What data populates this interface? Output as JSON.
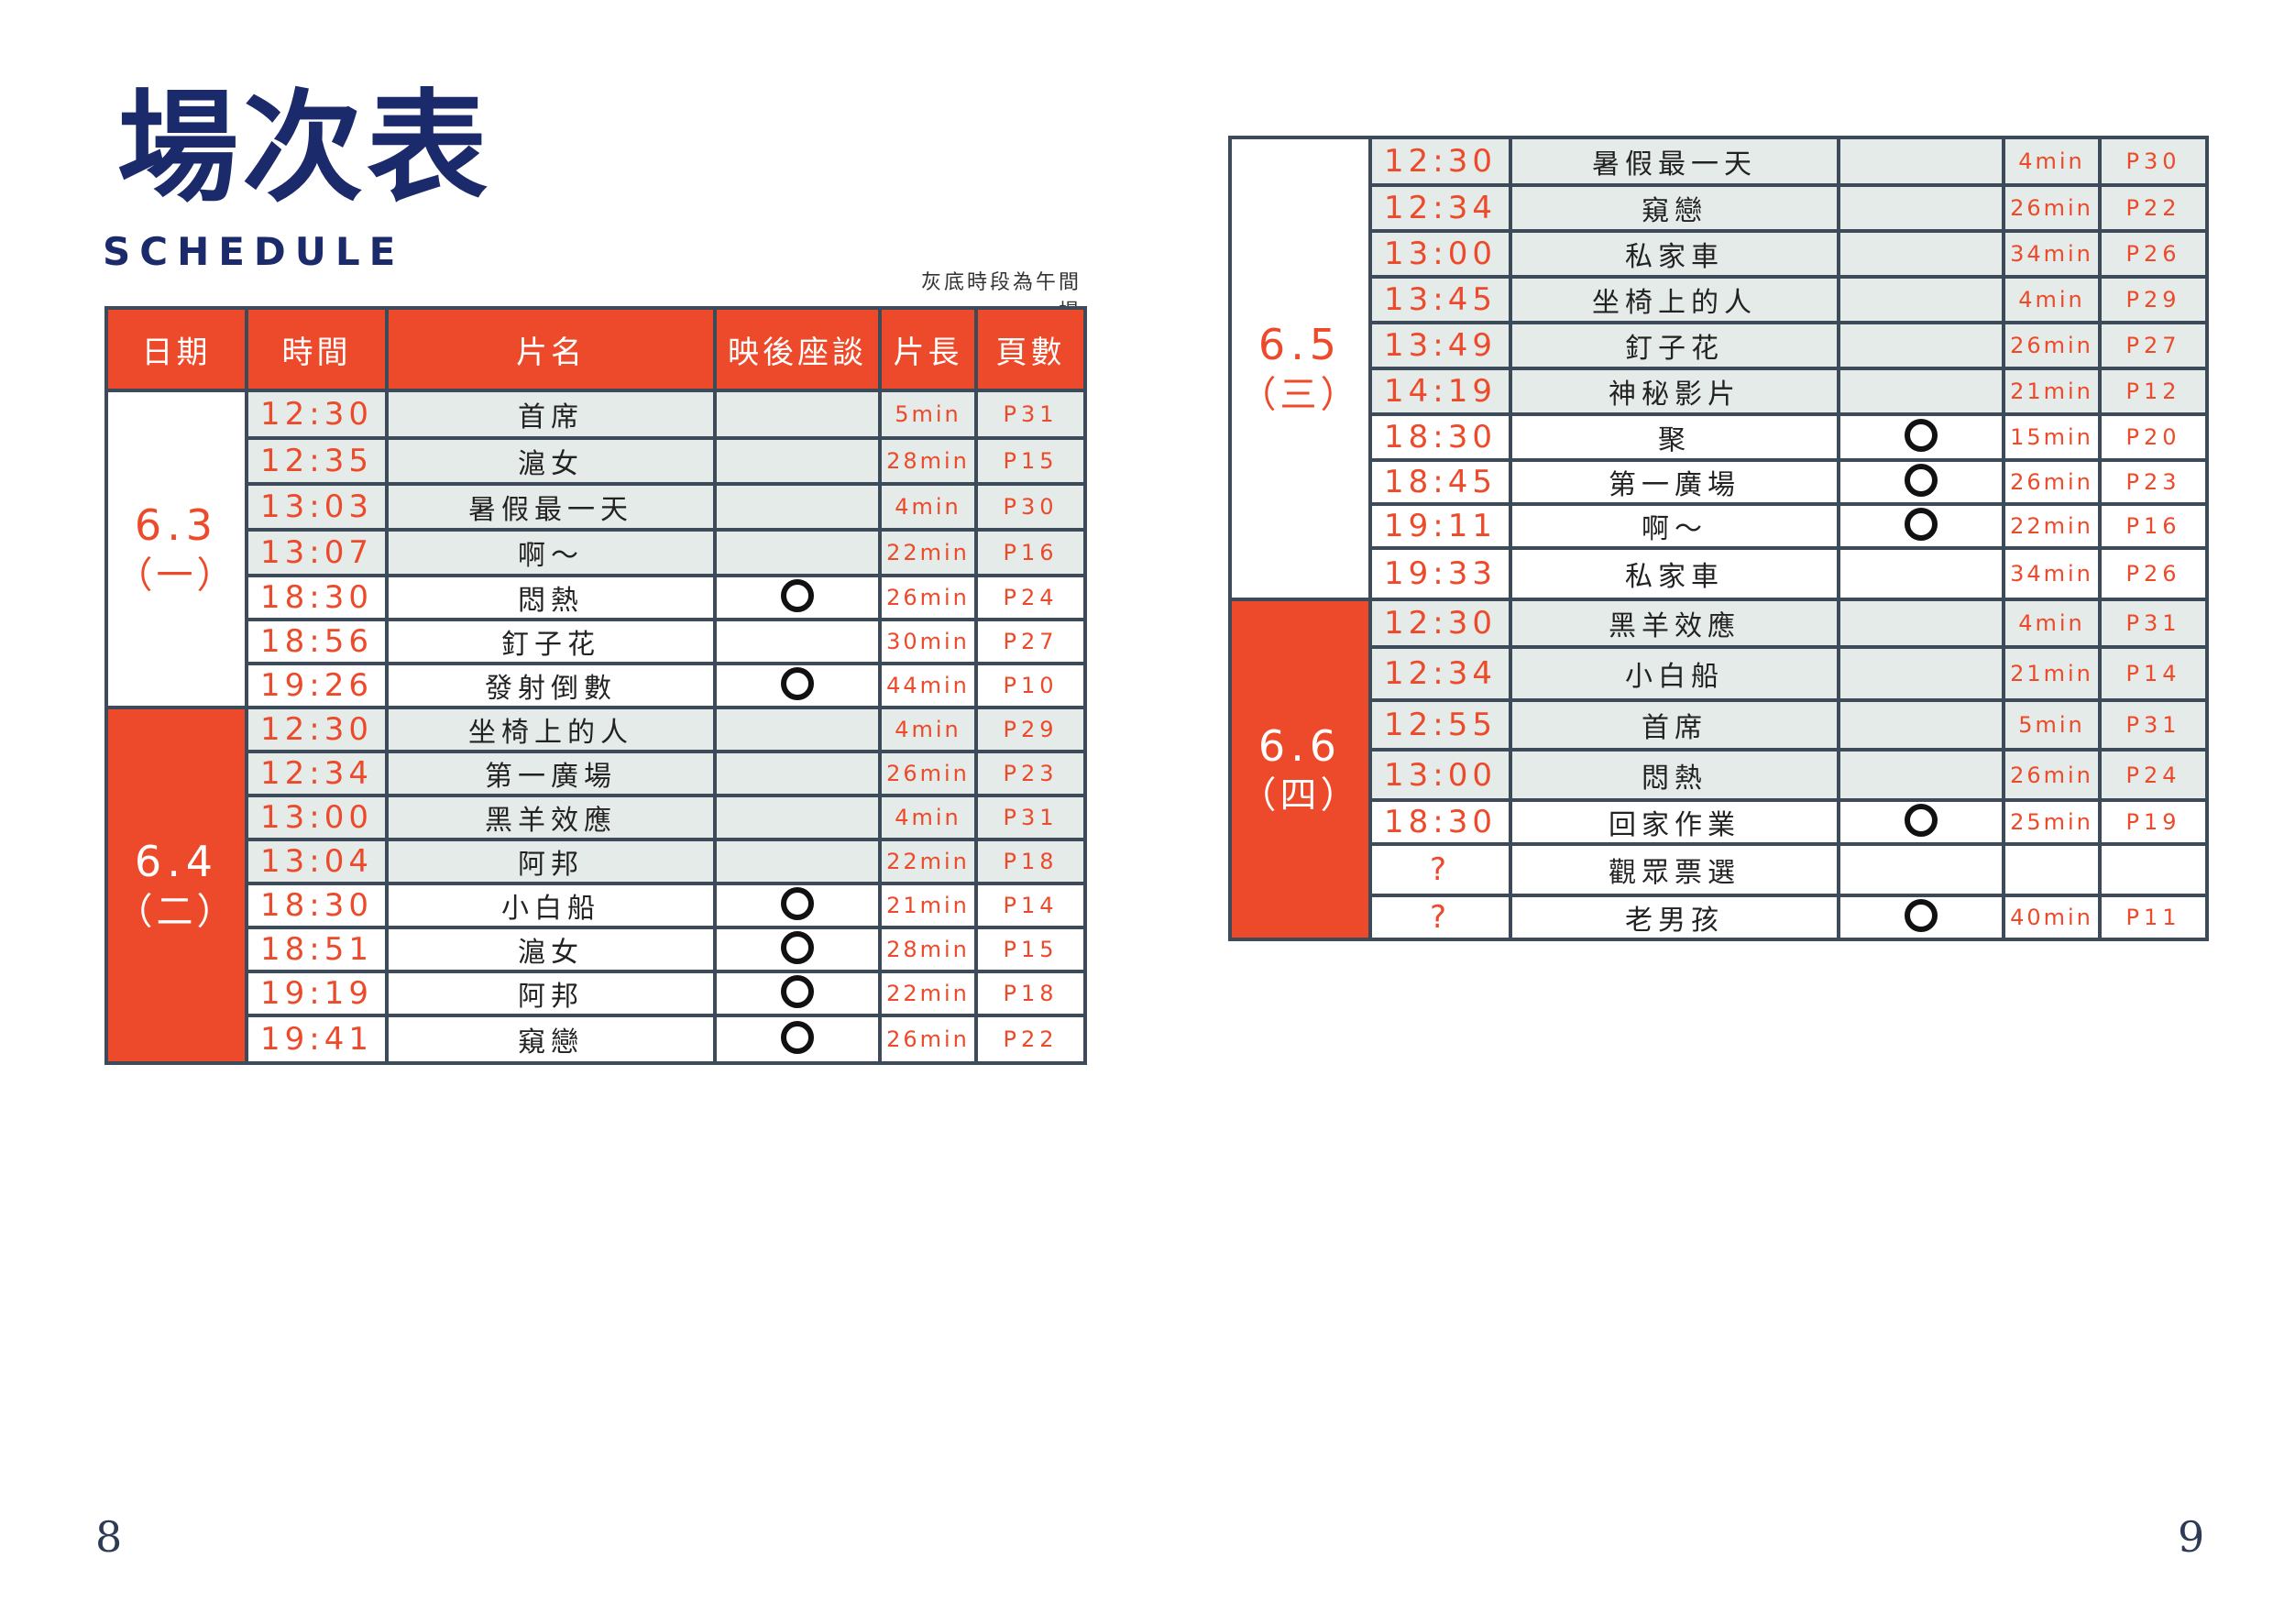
{
  "header": {
    "title_zh": "場次表",
    "title_en": "SCHEDULE",
    "note": "灰底時段為午間場"
  },
  "columns": [
    "日期",
    "時間",
    "片名",
    "映後座談",
    "片長",
    "頁數"
  ],
  "left_days": [
    {
      "date": "6.3",
      "weekday": "（一）",
      "style": "white",
      "rows": [
        {
          "time": "12:30",
          "title": "首席",
          "talk": false,
          "length": "5min",
          "page": "P31",
          "noon": true
        },
        {
          "time": "12:35",
          "title": "滬女",
          "talk": false,
          "length": "28min",
          "page": "P15",
          "noon": true
        },
        {
          "time": "13:03",
          "title": "暑假最一天",
          "talk": false,
          "length": "4min",
          "page": "P30",
          "noon": true
        },
        {
          "time": "13:07",
          "title": "啊～",
          "talk": false,
          "length": "22min",
          "page": "P16",
          "noon": true
        },
        {
          "time": "18:30",
          "title": "悶熱",
          "talk": true,
          "length": "26min",
          "page": "P24",
          "noon": false
        },
        {
          "time": "18:56",
          "title": "釘子花",
          "talk": false,
          "length": "30min",
          "page": "P27",
          "noon": false
        },
        {
          "time": "19:26",
          "title": "發射倒數",
          "talk": true,
          "length": "44min",
          "page": "P10",
          "noon": false
        }
      ]
    },
    {
      "date": "6.4",
      "weekday": "（二）",
      "style": "red",
      "rows": [
        {
          "time": "12:30",
          "title": "坐椅上的人",
          "talk": false,
          "length": "4min",
          "page": "P29",
          "noon": true
        },
        {
          "time": "12:34",
          "title": "第一廣場",
          "talk": false,
          "length": "26min",
          "page": "P23",
          "noon": true
        },
        {
          "time": "13:00",
          "title": "黑羊效應",
          "talk": false,
          "length": "4min",
          "page": "P31",
          "noon": true
        },
        {
          "time": "13:04",
          "title": "阿邦",
          "talk": false,
          "length": "22min",
          "page": "P18",
          "noon": true
        },
        {
          "time": "18:30",
          "title": "小白船",
          "talk": true,
          "length": "21min",
          "page": "P14",
          "noon": false
        },
        {
          "time": "18:51",
          "title": "滬女",
          "talk": true,
          "length": "28min",
          "page": "P15",
          "noon": false
        },
        {
          "time": "19:19",
          "title": "阿邦",
          "talk": true,
          "length": "22min",
          "page": "P18",
          "noon": false
        },
        {
          "time": "19:41",
          "title": "窺戀",
          "talk": true,
          "length": "26min",
          "page": "P22",
          "noon": false
        }
      ]
    }
  ],
  "right_days": [
    {
      "date": "6.5",
      "weekday": "（三）",
      "style": "white",
      "rows": [
        {
          "time": "12:30",
          "title": "暑假最一天",
          "talk": false,
          "length": "4min",
          "page": "P30",
          "noon": true
        },
        {
          "time": "12:34",
          "title": "窺戀",
          "talk": false,
          "length": "26min",
          "page": "P22",
          "noon": true
        },
        {
          "time": "13:00",
          "title": "私家車",
          "talk": false,
          "length": "34min",
          "page": "P26",
          "noon": true
        },
        {
          "time": "13:45",
          "title": "坐椅上的人",
          "talk": false,
          "length": "4min",
          "page": "P29",
          "noon": true
        },
        {
          "time": "13:49",
          "title": "釘子花",
          "talk": false,
          "length": "26min",
          "page": "P27",
          "noon": true
        },
        {
          "time": "14:19",
          "title": "神秘影片",
          "talk": false,
          "length": "21min",
          "page": "P12",
          "noon": true
        },
        {
          "time": "18:30",
          "title": "聚",
          "talk": true,
          "length": "15min",
          "page": "P20",
          "noon": false
        },
        {
          "time": "18:45",
          "title": "第一廣場",
          "talk": true,
          "length": "26min",
          "page": "P23",
          "noon": false
        },
        {
          "time": "19:11",
          "title": "啊～",
          "talk": true,
          "length": "22min",
          "page": "P16",
          "noon": false
        },
        {
          "time": "19:33",
          "title": "私家車",
          "talk": false,
          "length": "34min",
          "page": "P26",
          "noon": false
        }
      ]
    },
    {
      "date": "6.6",
      "weekday": "（四）",
      "style": "red",
      "rows": [
        {
          "time": "12:30",
          "title": "黑羊效應",
          "talk": false,
          "length": "4min",
          "page": "P31",
          "noon": true
        },
        {
          "time": "12:34",
          "title": "小白船",
          "talk": false,
          "length": "21min",
          "page": "P14",
          "noon": true
        },
        {
          "time": "12:55",
          "title": "首席",
          "talk": false,
          "length": "5min",
          "page": "P31",
          "noon": true
        },
        {
          "time": "13:00",
          "title": "悶熱",
          "talk": false,
          "length": "26min",
          "page": "P24",
          "noon": true
        },
        {
          "time": "18:30",
          "title": "回家作業",
          "talk": true,
          "length": "25min",
          "page": "P19",
          "noon": false
        },
        {
          "time": "?",
          "title": "觀眾票選",
          "talk": false,
          "length": "",
          "page": "",
          "noon": false
        },
        {
          "time": "?",
          "title": "老男孩",
          "talk": true,
          "length": "40min",
          "page": "P11",
          "noon": false
        }
      ]
    }
  ],
  "page_numbers": {
    "left": "8",
    "right": "9"
  }
}
